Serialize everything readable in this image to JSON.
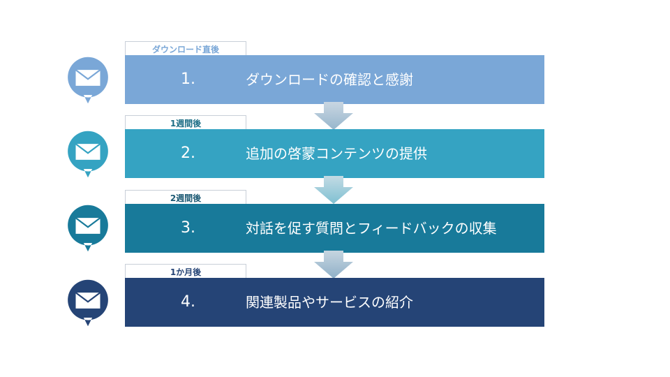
{
  "steps": [
    {
      "timing": "ダウンロード直後",
      "number": "1.",
      "title": "ダウンロードの確認と感謝",
      "color": "#7aa7d7",
      "tag_color": "#7aa7d7"
    },
    {
      "timing": "1週間後",
      "number": "2.",
      "title": "追加の啓蒙コンテンツの提供",
      "color": "#35a3c2",
      "tag_color": "#1d6e86"
    },
    {
      "timing": "2週間後",
      "number": "3.",
      "title": "対話を促す質問とフィードバックの収集",
      "color": "#187a9a",
      "tag_color": "#1d5a74"
    },
    {
      "timing": "1か月後",
      "number": "4.",
      "title": "関連製品やサービスの紹介",
      "color": "#254476",
      "tag_color": "#254476"
    }
  ],
  "icons": {
    "bubble": "mail-icon",
    "connector": "down-arrow-icon"
  }
}
